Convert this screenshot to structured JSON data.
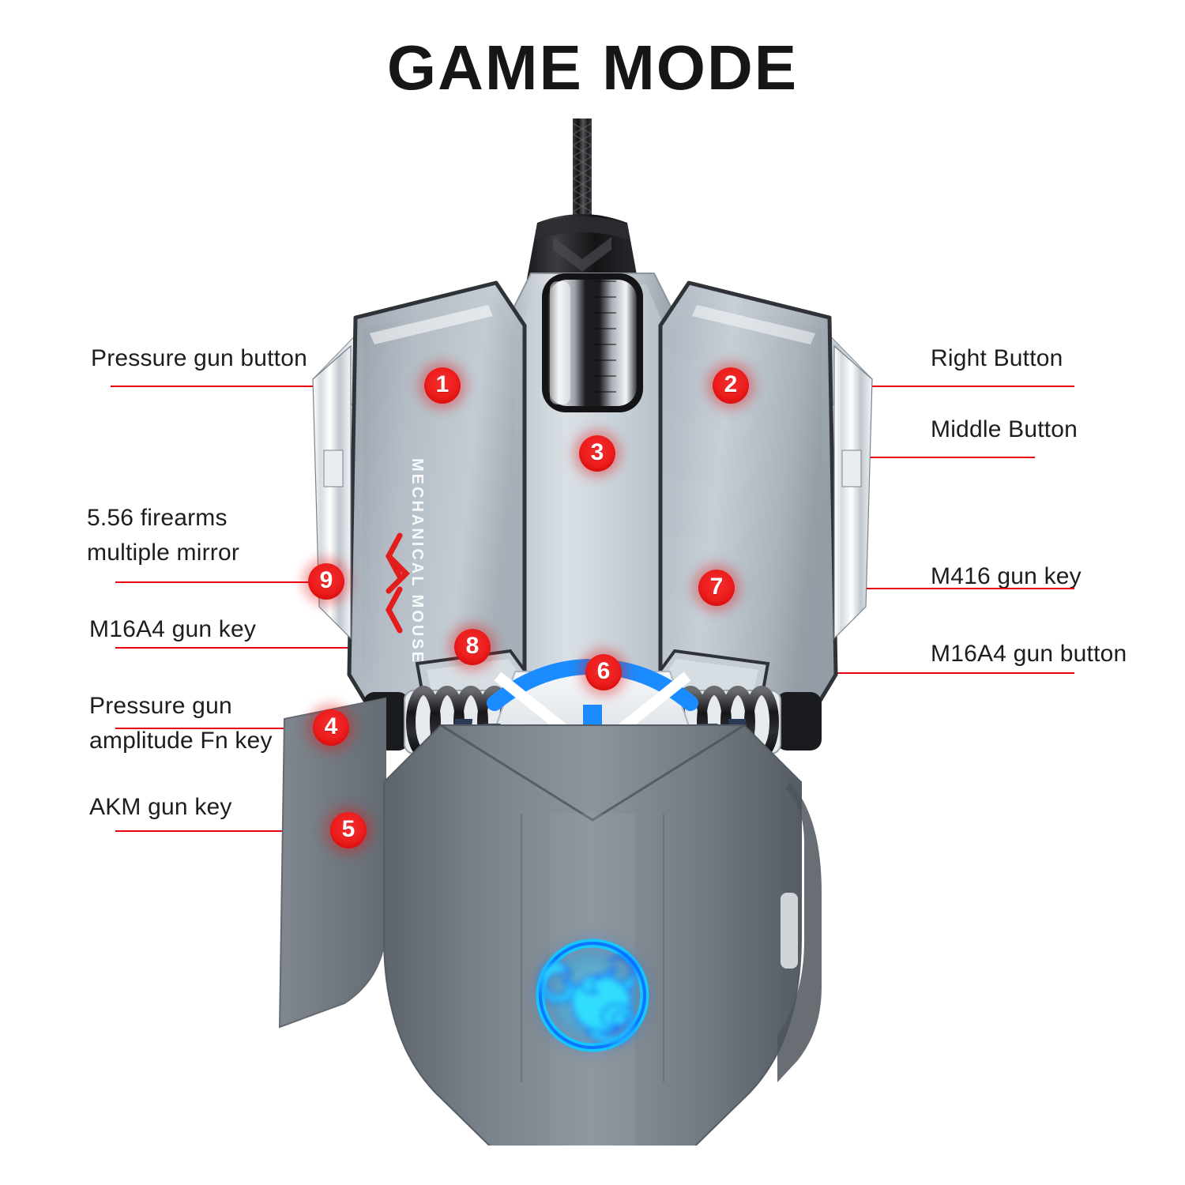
{
  "title": "GAME MODE",
  "accent_colors": {
    "marker_red": "#e60012",
    "leader_red": "#e60012",
    "led_blue": "#1a8cff",
    "logo_cyan": "#00d2ff",
    "body_gray": "#6e757c",
    "panel_silver": "#b9c0c7"
  },
  "product": {
    "brand_text": "MECHANICAL MOUSE",
    "logo_name": "scorpion-logo"
  },
  "callouts": [
    {
      "id": 1,
      "number": "1",
      "text": "Pressure gun button",
      "side": "left"
    },
    {
      "id": 2,
      "number": "2",
      "text": "Right Button",
      "side": "right"
    },
    {
      "id": 3,
      "number": "3",
      "text": "Middle Button",
      "side": "right"
    },
    {
      "id": 4,
      "number": "4",
      "text": "Pressure gun\namplitude Fn key",
      "side": "left"
    },
    {
      "id": 5,
      "number": "5",
      "text": "AKM gun key",
      "side": "left"
    },
    {
      "id": 6,
      "number": "6",
      "text": "M16A4 gun button",
      "side": "right"
    },
    {
      "id": 7,
      "number": "7",
      "text": "M416 gun key",
      "side": "right"
    },
    {
      "id": 8,
      "number": "8",
      "text": "M16A4 gun key",
      "side": "left"
    },
    {
      "id": 9,
      "number": "9",
      "text": "5.56 firearms\nmultiple mirror",
      "side": "left"
    }
  ]
}
